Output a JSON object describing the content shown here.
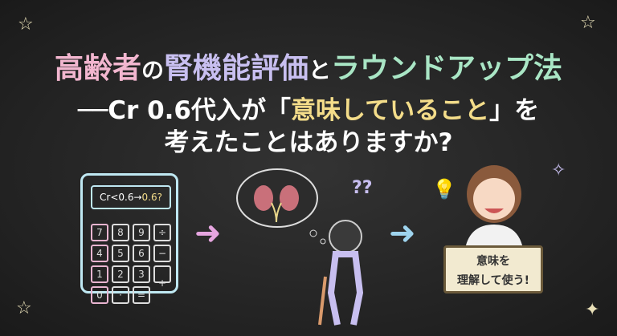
{
  "title": {
    "part1": "高齢者",
    "part2": "の",
    "part3": "腎機能評価",
    "part4": "と",
    "part5": "ラウンドアップ法"
  },
  "subtitle": {
    "prefix": "──Cr 0.6代入が",
    "quote_open": "「",
    "highlight": "意味していること",
    "quote_close": "」",
    "suffix": "を",
    "line2": "考えたことはありますか?"
  },
  "calculator": {
    "display_prefix": "Cr<0.6→",
    "display_result": "0.6?",
    "keys": [
      "7",
      "8",
      "9",
      "÷",
      "4",
      "5",
      "6",
      "−",
      "1",
      "2",
      "3",
      "+",
      "0",
      "·",
      "="
    ]
  },
  "thought": {
    "question_marks": "??"
  },
  "sign": {
    "line1": "意味を",
    "line2": "理解して使う!"
  }
}
